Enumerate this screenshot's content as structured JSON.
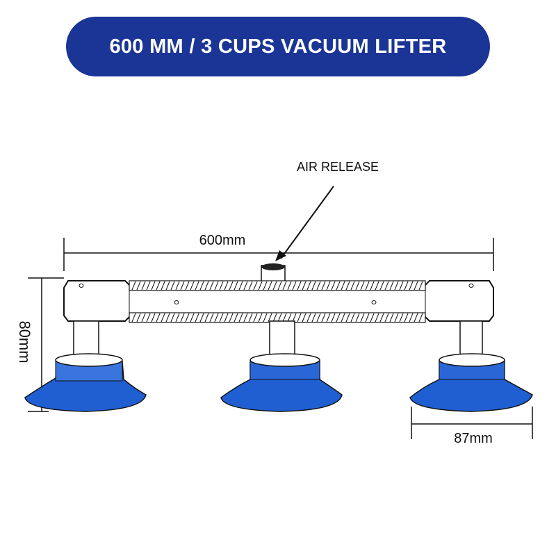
{
  "title": "600 MM / 3 CUPS VACUUM LIFTER",
  "labels": {
    "air_release": "AIR RELEASE",
    "length": "600mm",
    "height": "80mm",
    "cup_diameter": "87mm"
  },
  "colors": {
    "title_bg": "#1b3596",
    "title_text": "#ffffff",
    "cup_blue": "#1f5fd1",
    "cup_top": "#3a74dd",
    "line": "#111111"
  }
}
